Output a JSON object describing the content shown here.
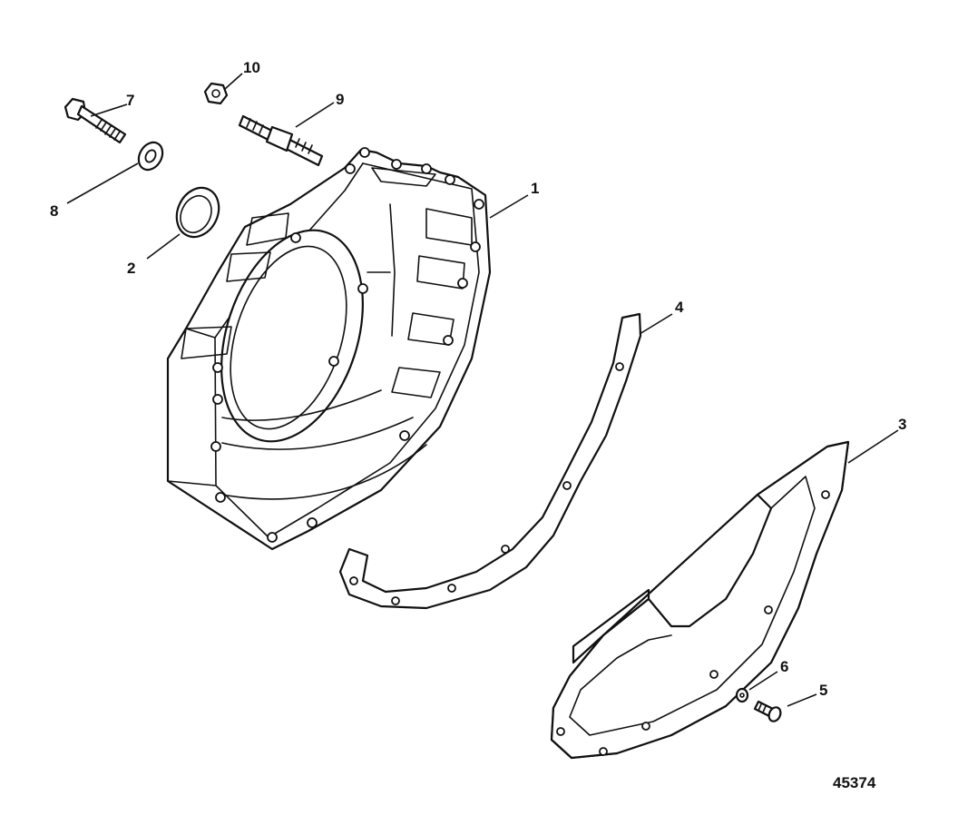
{
  "callouts": [
    {
      "id": "1",
      "label": "1"
    },
    {
      "id": "2",
      "label": "2"
    },
    {
      "id": "3",
      "label": "3"
    },
    {
      "id": "4",
      "label": "4"
    },
    {
      "id": "5",
      "label": "5"
    },
    {
      "id": "6",
      "label": "6"
    },
    {
      "id": "7",
      "label": "7"
    },
    {
      "id": "8",
      "label": "8"
    },
    {
      "id": "9",
      "label": "9"
    },
    {
      "id": "10",
      "label": "10"
    }
  ],
  "figure_number": "45374",
  "line_color": "#111111",
  "background_color": "#ffffff"
}
